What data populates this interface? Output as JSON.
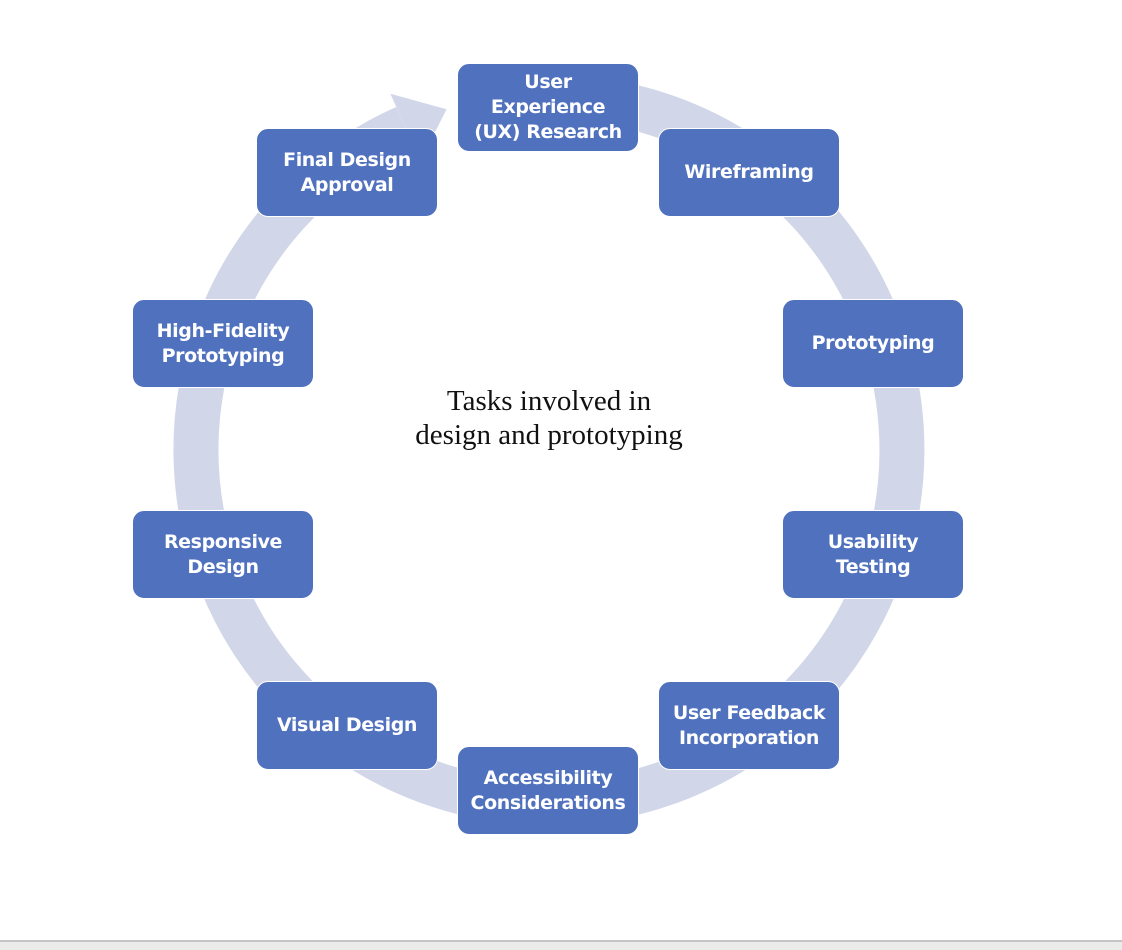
{
  "diagram": {
    "title": "Tasks involved in\ndesign and prototyping",
    "cycle_color": "#D1D6E8",
    "box_color": "#5071BE",
    "steps": [
      "User Experience\n(UX) Research",
      "Wireframing",
      "Prototyping",
      "Usability Testing",
      "User Feedback\nIncorporation",
      "Accessibility\nConsiderations",
      "Visual Design",
      "Responsive\nDesign",
      "High-Fidelity\nPrototyping",
      "Final Design\nApproval"
    ]
  }
}
